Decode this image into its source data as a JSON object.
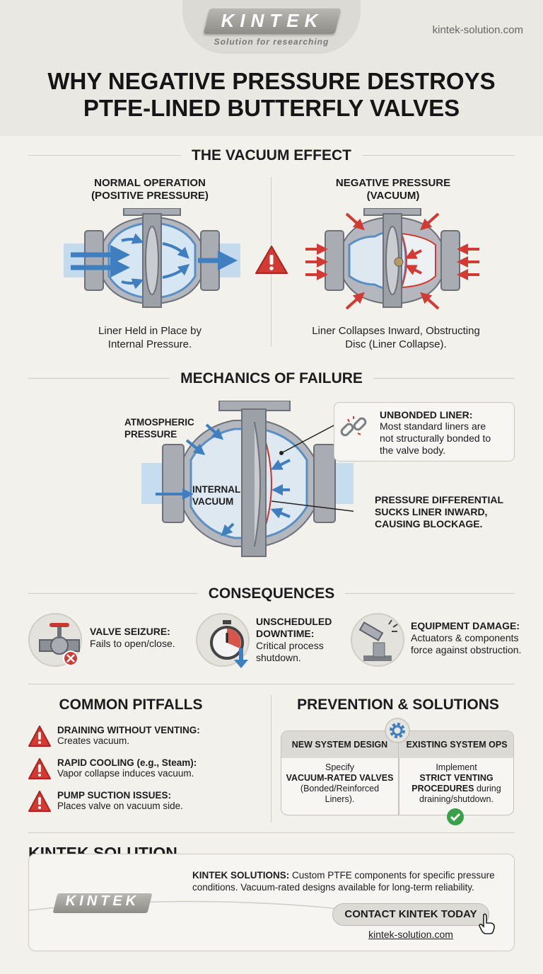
{
  "header": {
    "logo": "KINTEK",
    "tagline": "Solution for researching",
    "site": "kintek-solution.com",
    "title_line1": "WHY NEGATIVE PRESSURE DESTROYS",
    "title_line2": "PTFE-LINED BUTTERFLY VALVES"
  },
  "vacuum_effect": {
    "heading": "THE VACUUM EFFECT",
    "normal": {
      "title_line1": "NORMAL OPERATION",
      "title_line2": "(POSITIVE PRESSURE)",
      "caption_line1": "Liner Held in Place by",
      "caption_line2": "Internal Pressure."
    },
    "negative": {
      "title_line1": "NEGATIVE PRESSURE",
      "title_line2": "(VACUUM)",
      "caption_line1": "Liner Collapses Inward, Obstructing",
      "caption_line2": "Disc (Liner Collapse)."
    }
  },
  "mechanics": {
    "heading": "MECHANICS OF FAILURE",
    "atmospheric_line1": "ATMOSPHERIC",
    "atmospheric_line2": "PRESSURE",
    "internal_line1": "INTERNAL",
    "internal_line2": "VACUUM",
    "unbonded_title": "UNBONDED LINER:",
    "unbonded_line1": "Most standard liners are",
    "unbonded_line2": "not structurally bonded to",
    "unbonded_line3": "the valve body.",
    "differential_line1": "PRESSURE DIFFERENTIAL",
    "differential_line2": "SUCKS LINER INWARD,",
    "differential_line3": "CAUSING BLOCKAGE."
  },
  "consequences": {
    "heading": "CONSEQUENCES",
    "items": [
      {
        "title_line1": "VALVE SEIZURE:",
        "title_line2": "",
        "text_line1": "Fails to open/close.",
        "text_line2": "",
        "icon": "valve-seizure-icon"
      },
      {
        "title_line1": "UNSCHEDULED",
        "title_line2": "DOWNTIME:",
        "text_line1": "Critical process",
        "text_line2": "shutdown.",
        "icon": "stopwatch-icon"
      },
      {
        "title_line1": "EQUIPMENT DAMAGE:",
        "title_line2": "",
        "text_line1": "Actuators & components",
        "text_line2": "force against obstruction.",
        "icon": "broken-actuator-icon"
      }
    ]
  },
  "pitfalls": {
    "heading": "COMMON PITFALLS",
    "items": [
      {
        "title": "DRAINING WITHOUT VENTING:",
        "text": "Creates vacuum."
      },
      {
        "title": "RAPID COOLING (e.g., Steam):",
        "text": "Vapor collapse induces vacuum."
      },
      {
        "title": "PUMP SUCTION ISSUES:",
        "text": "Places valve on vacuum side."
      }
    ]
  },
  "prevention": {
    "heading": "PREVENTION & SOLUTIONS",
    "new_header": "NEW SYSTEM DESIGN",
    "existing_header": "EXISTING SYSTEM OPS",
    "new_line1": "Specify",
    "new_line2": "VACUUM-RATED VALVES",
    "new_line3": "(Bonded/Reinforced",
    "new_line4": "Liners).",
    "existing_line1": "Implement",
    "existing_line2": "STRICT VENTING",
    "existing_line3": "PROCEDURES",
    "existing_line3b": " during",
    "existing_line4": "draining/shutdown."
  },
  "kintek": {
    "heading": "KINTEK SOLUTION",
    "lead": "KINTEK SOLUTIONS:",
    "text_line1": " Custom PTFE components for specific pressure",
    "text_line2": "conditions. Vacuum-rated designs available for long-term reliability.",
    "logo": "KINTEK",
    "cta": "CONTACT KINTEK TODAY",
    "url": "kintek-solution.com"
  },
  "colors": {
    "accent_blue": "#3f7fc0",
    "warning_red": "#d23b34",
    "steel": "#8c9096",
    "ok_green": "#3aa14a"
  }
}
